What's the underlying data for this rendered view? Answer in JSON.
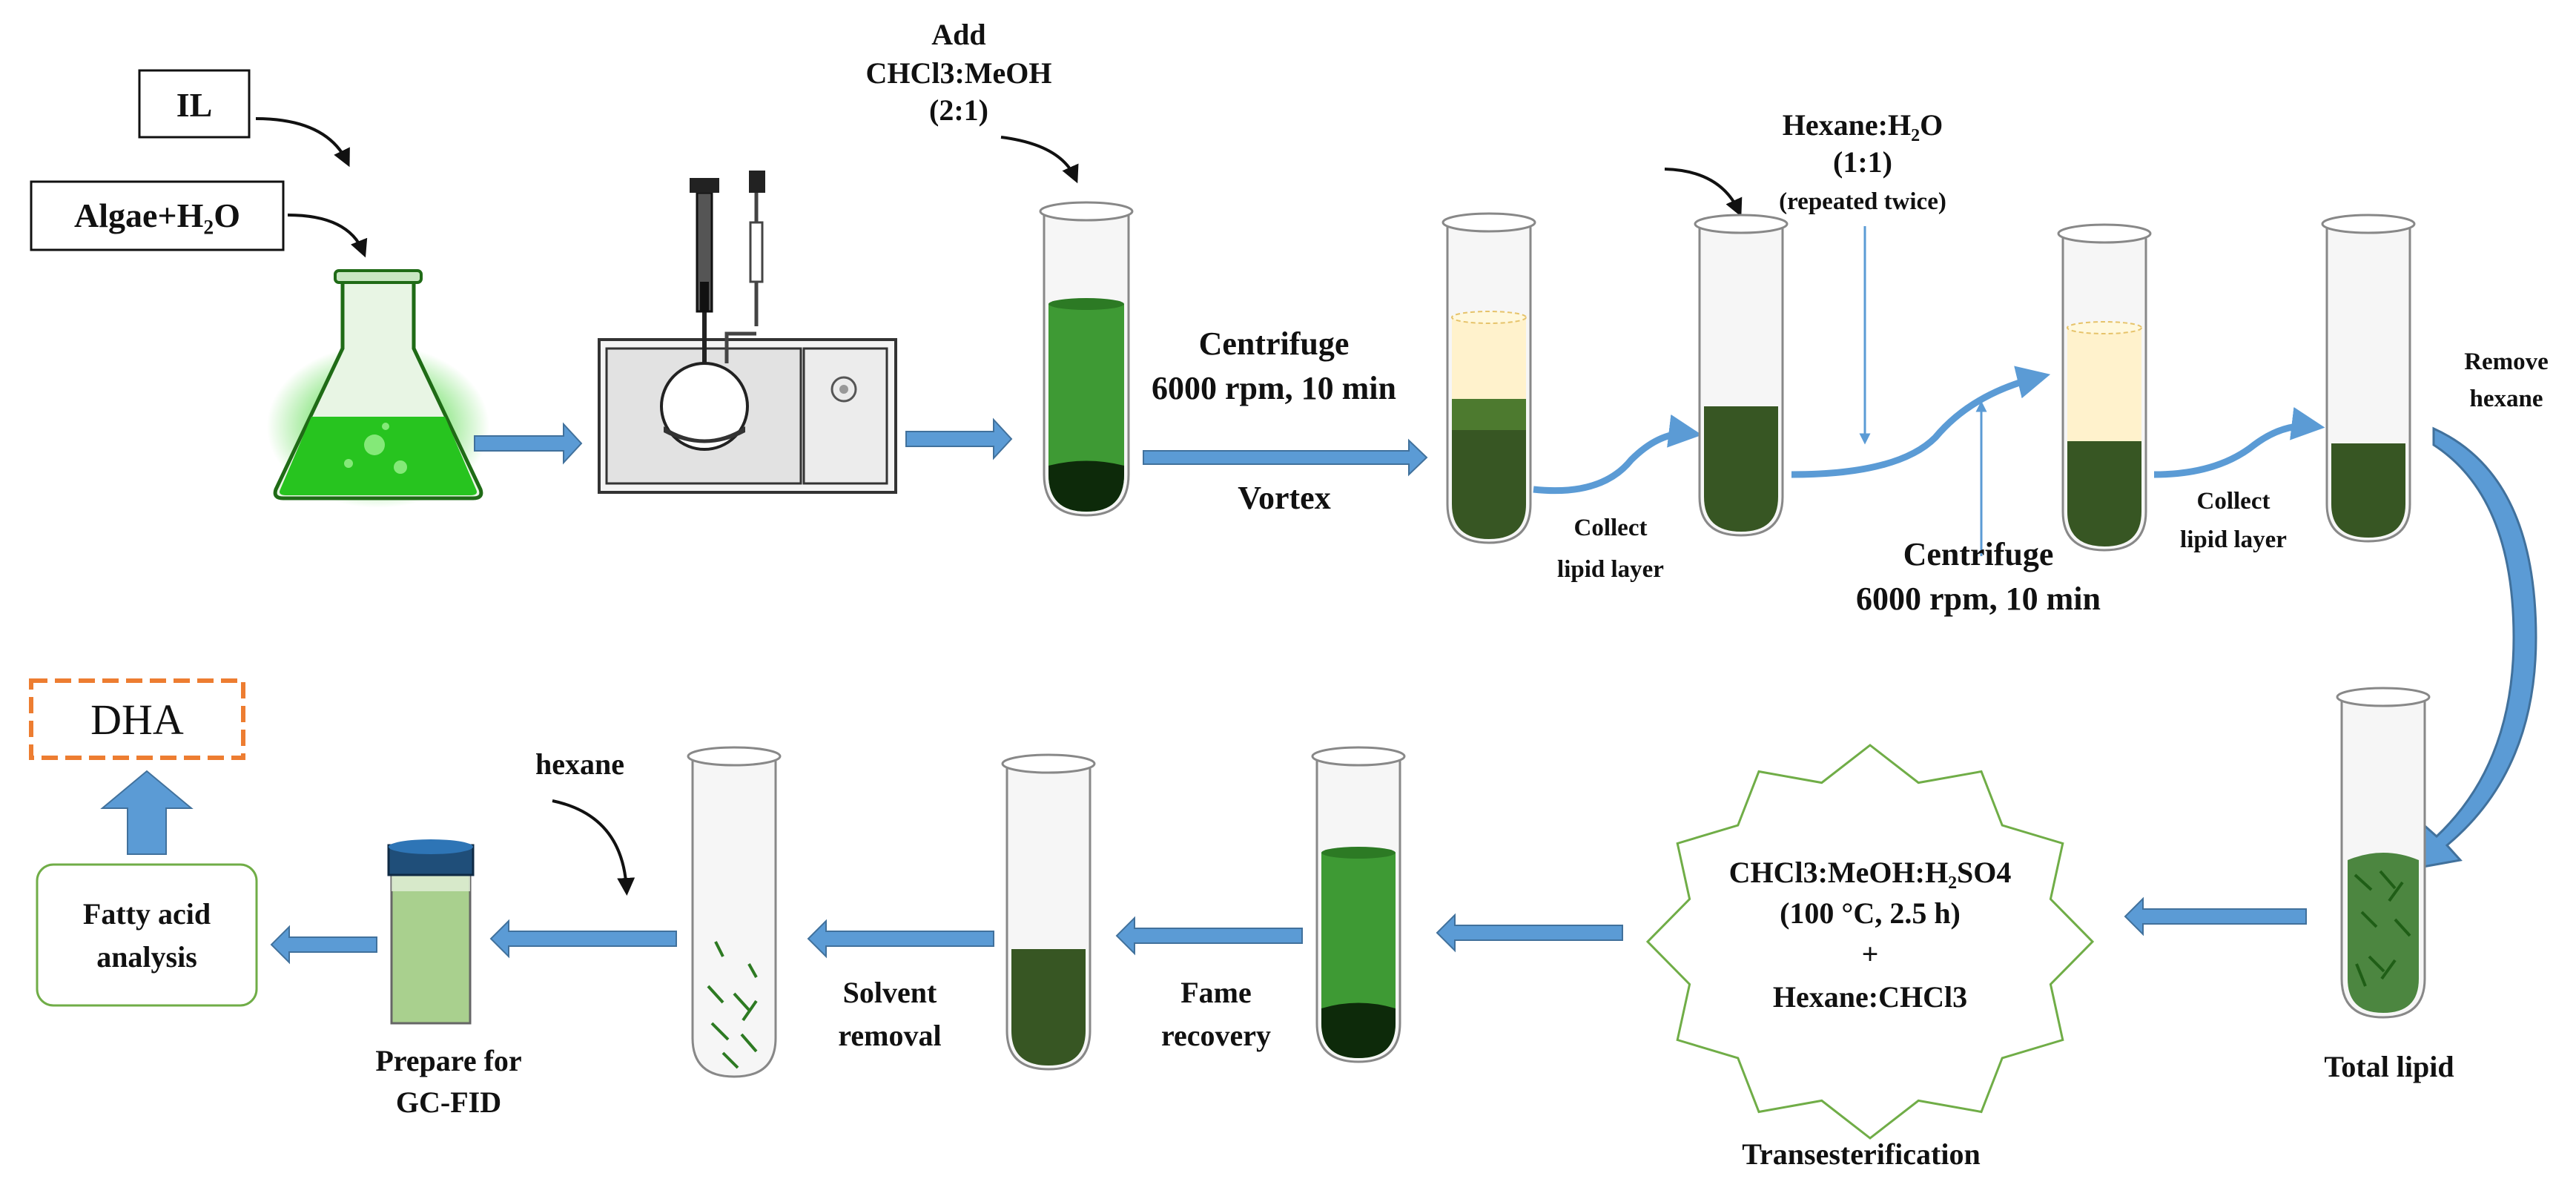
{
  "inputs": {
    "il": "IL",
    "algae": "Algae+H₂O"
  },
  "labels": {
    "add": "Add",
    "chcl_meoh": "CHCl3:MeOH",
    "ratio_21": "(2:1)",
    "centrifuge1": "Centrifuge",
    "centrifuge1_speed": "6000 rpm, 10 min",
    "vortex": "Vortex",
    "collect1_a": "Collect",
    "collect1_b": "lipid layer",
    "hexane_h2o": "Hexane:H₂O",
    "ratio_11": "(1:1)",
    "repeated": "(repeated twice)",
    "centrifuge2": "Centrifuge",
    "centrifuge2_speed": "6000 rpm, 10 min",
    "collect2_a": "Collect",
    "collect2_b": "lipid layer",
    "remove_a": "Remove",
    "remove_b": "hexane",
    "total_lipid": "Total lipid",
    "trans_l1": "CHCl3:MeOH:H₂SO4",
    "trans_l2": "(100 °C, 2.5 h)",
    "trans_plus": "+",
    "trans_l3": "Hexane:CHCl3",
    "transesterification": "Transesterification",
    "fame_a": "Fame",
    "fame_b": "recovery",
    "solvent_a": "Solvent",
    "solvent_b": "removal",
    "hexane": "hexane",
    "prepare_a": "Prepare for",
    "prepare_b": "GC-FID",
    "fatty_a": "Fatty acid",
    "fatty_b": "analysis",
    "dha": "DHA"
  },
  "colors": {
    "flow_arrow": "#5b9bd5",
    "arrow_outline": "#41719c",
    "dark_green": "#375623",
    "mid_green": "#3e8e2f",
    "bright_green": "#49a83a",
    "lipid_yellow": "#fff2cc",
    "box_green_border": "#70ad47",
    "dha_border": "#ed7d31"
  }
}
